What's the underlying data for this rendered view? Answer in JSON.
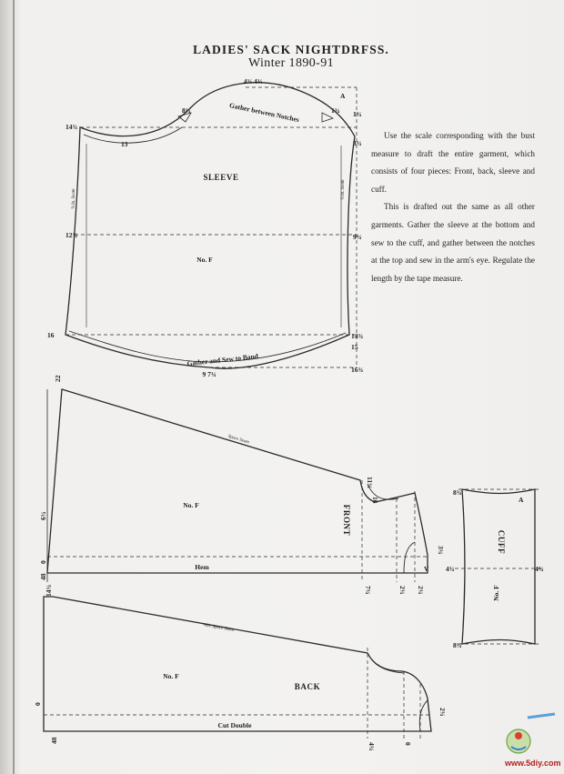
{
  "document": {
    "title": "LADIES' SACK NIGHTDRFSS.",
    "subtitle": "Winter 1890-91",
    "paragraph1": "Use the scale corresponding with the bust measure to draft the entire garment, which consists of four pieces: Front, back, sleeve and cuff.",
    "paragraph2": "This is drafted out the same as all other garments. Gather the sleeve at the bottom and sew to the cuff, and gather between the notches at the top and sew in the arm's eye. Regulate the length by the tape measure."
  },
  "sleeve": {
    "name": "SLEEVE",
    "number": "No. F",
    "gather_top": "Gather between Notches",
    "gather_bottom": "Gather and Sew to Band",
    "corner_a": "A",
    "seam_left": "¾ In. Seam",
    "seam_right": "¾ In. Seam",
    "m_top_center": "4¾ 4¾",
    "m_top_left": "8¾",
    "m_top_right": "1¾",
    "m_right1": "1¾",
    "m_right2": "3¾",
    "m_right3": "9¾",
    "m_right4": "14¾",
    "m_right5": "15",
    "m_right6": "16¾",
    "m_left1": "14¾",
    "m_left2": "13",
    "m_left3": "12¾",
    "m_left4": "16",
    "m_bottom": "9   7¾"
  },
  "front": {
    "name": "FRONT",
    "number": "No. F",
    "hem": "Hem",
    "seam": "Space Seam",
    "v_label": "V",
    "m_top_left": "22",
    "m_left_mid": "6¾",
    "m_left_bottom": "0",
    "m_bottom_left": "48",
    "m_neck1": "11¾",
    "m_neck2": "16",
    "m_bottom_right1": "7¾",
    "m_bottom_right2": "2¾",
    "m_bottom_right3": "2¾",
    "m_right": "3¾"
  },
  "back": {
    "name": "BACK",
    "number": "No. F",
    "cut_double": "Cut Double",
    "seam": "¾In. Space Seam",
    "m_top_left": "14¾",
    "m_left_mid": "0",
    "m_bottom_left": "48",
    "m_bottom_right1": "4¾",
    "m_bottom_right2": "0",
    "m_right": "2¾"
  },
  "cuff": {
    "name": "CUFF",
    "number": "No. F",
    "corner_a": "A",
    "m_top_left": "8¾",
    "m_left_mid": "4¾",
    "m_right_mid": "4¾",
    "m_bottom_left": "8¾"
  },
  "watermark": {
    "text": "www.5diy.com"
  }
}
